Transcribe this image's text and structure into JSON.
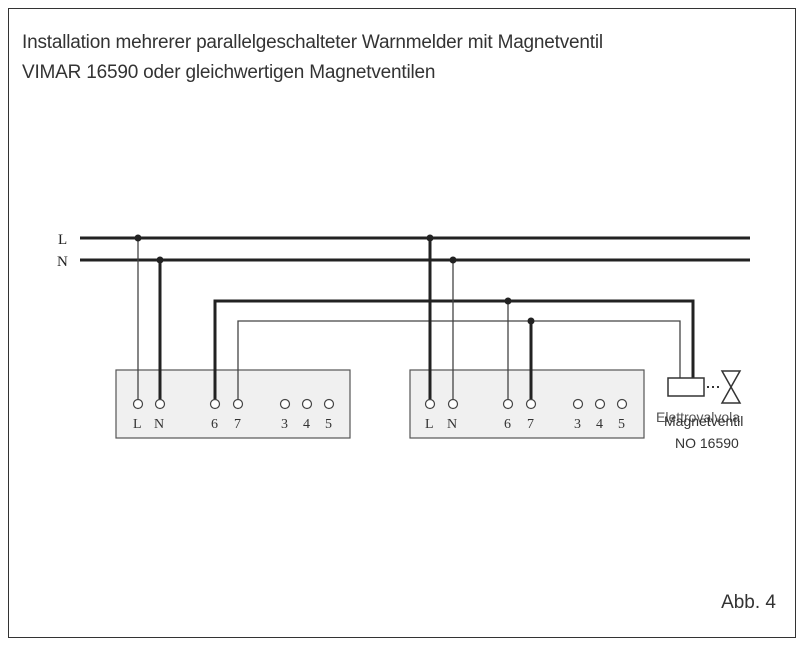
{
  "title": {
    "line1": "Installation mehrerer parallelgeschalteter Warnmelder mit Magnetventil",
    "line2": "VIMAR 16590 oder gleichwertigen Magnetventilen"
  },
  "figure_label": "Abb. 4",
  "bus_labels": {
    "L": "L",
    "N": "N"
  },
  "detector_1": {
    "terminals": [
      "L",
      "N",
      "6",
      "7",
      "3",
      "4",
      "5"
    ]
  },
  "detector_2": {
    "terminals": [
      "L",
      "N",
      "6",
      "7",
      "3",
      "4",
      "5"
    ]
  },
  "valve": {
    "label_it": "Elettrovalvola",
    "label_de": "Magnetventil",
    "model": "NO 16590"
  }
}
